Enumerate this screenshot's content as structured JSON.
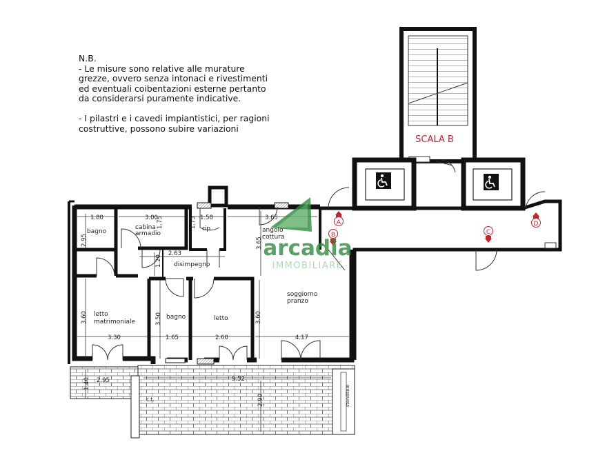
{
  "note": {
    "heading": "N.B.",
    "line1": "- Le misure sono relative alle murature",
    "line2": "grezze, ovvero senza intonaci e rivestimenti",
    "line3": "ed eventuali coibentazioni esterne pertanto",
    "line4": "da considerarsi puramente indicative.",
    "line5": "- I pilastri e i cavedi impiantistici, per ragioni",
    "line6": "costruttive, possono subire variazioni"
  },
  "stair_label": "SCALA B",
  "rooms": {
    "bagno1": "bagno",
    "cabina1": "cabina",
    "cabina2": "armadio",
    "rip": "rip.",
    "cottura1": "angolo",
    "cottura2": "cottura",
    "disimpegno": "disimpegno",
    "soggiorno1": "soggiorno",
    "soggiorno2": "pranzo",
    "letto_m1": "letto",
    "letto_m2": "matrimoniale",
    "bagno2": "bagno",
    "letto2": "letto",
    "ct": "c.t.",
    "stenditoio": "stenditoio"
  },
  "dimensions": {
    "d180": "1.80",
    "d300": "3.00",
    "d158": "1.58",
    "d365": "3.65",
    "d295": "2.95",
    "d175a": "1.75",
    "d175b": "1.75",
    "d365v": "3.65",
    "d263": "2.63",
    "d120": "1.20",
    "d360a": "3.60",
    "d350": "3.50",
    "d360b": "3.60",
    "d330": "3.30",
    "d165": "1.65",
    "d260": "2.60",
    "d417": "4.17",
    "d140": "1.40",
    "d295b": "2.95",
    "d952": "9.52",
    "d290": "2.90"
  },
  "markers": [
    "A",
    "B",
    "C",
    "D"
  ],
  "watermark": {
    "brand": "arcadia",
    "sub": "IMMOBILIARE",
    "green": "#2e8b3e"
  }
}
